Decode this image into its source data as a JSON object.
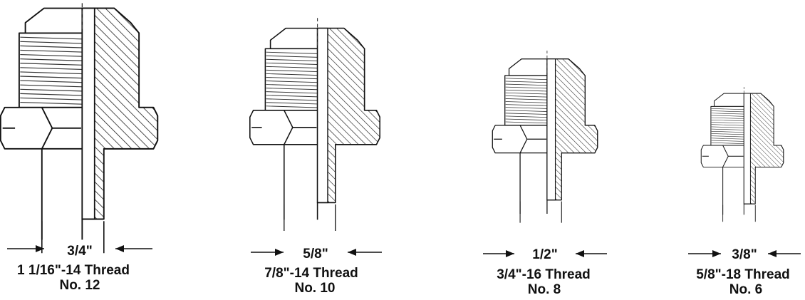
{
  "fittings": [
    {
      "id": "no12",
      "dimension": "3/4\"",
      "thread": "1 1/16\"-14 Thread",
      "number": "No. 12"
    },
    {
      "id": "no10",
      "dimension": "5/8\"",
      "thread": "7/8\"-14 Thread",
      "number": "No. 10"
    },
    {
      "id": "no8",
      "dimension": "1/2\"",
      "thread": "3/4\"-16 Thread",
      "number": "No. 8"
    },
    {
      "id": "no6",
      "dimension": "3/8\"",
      "thread": "5/8\"-18 Thread",
      "number": "No. 6"
    }
  ]
}
